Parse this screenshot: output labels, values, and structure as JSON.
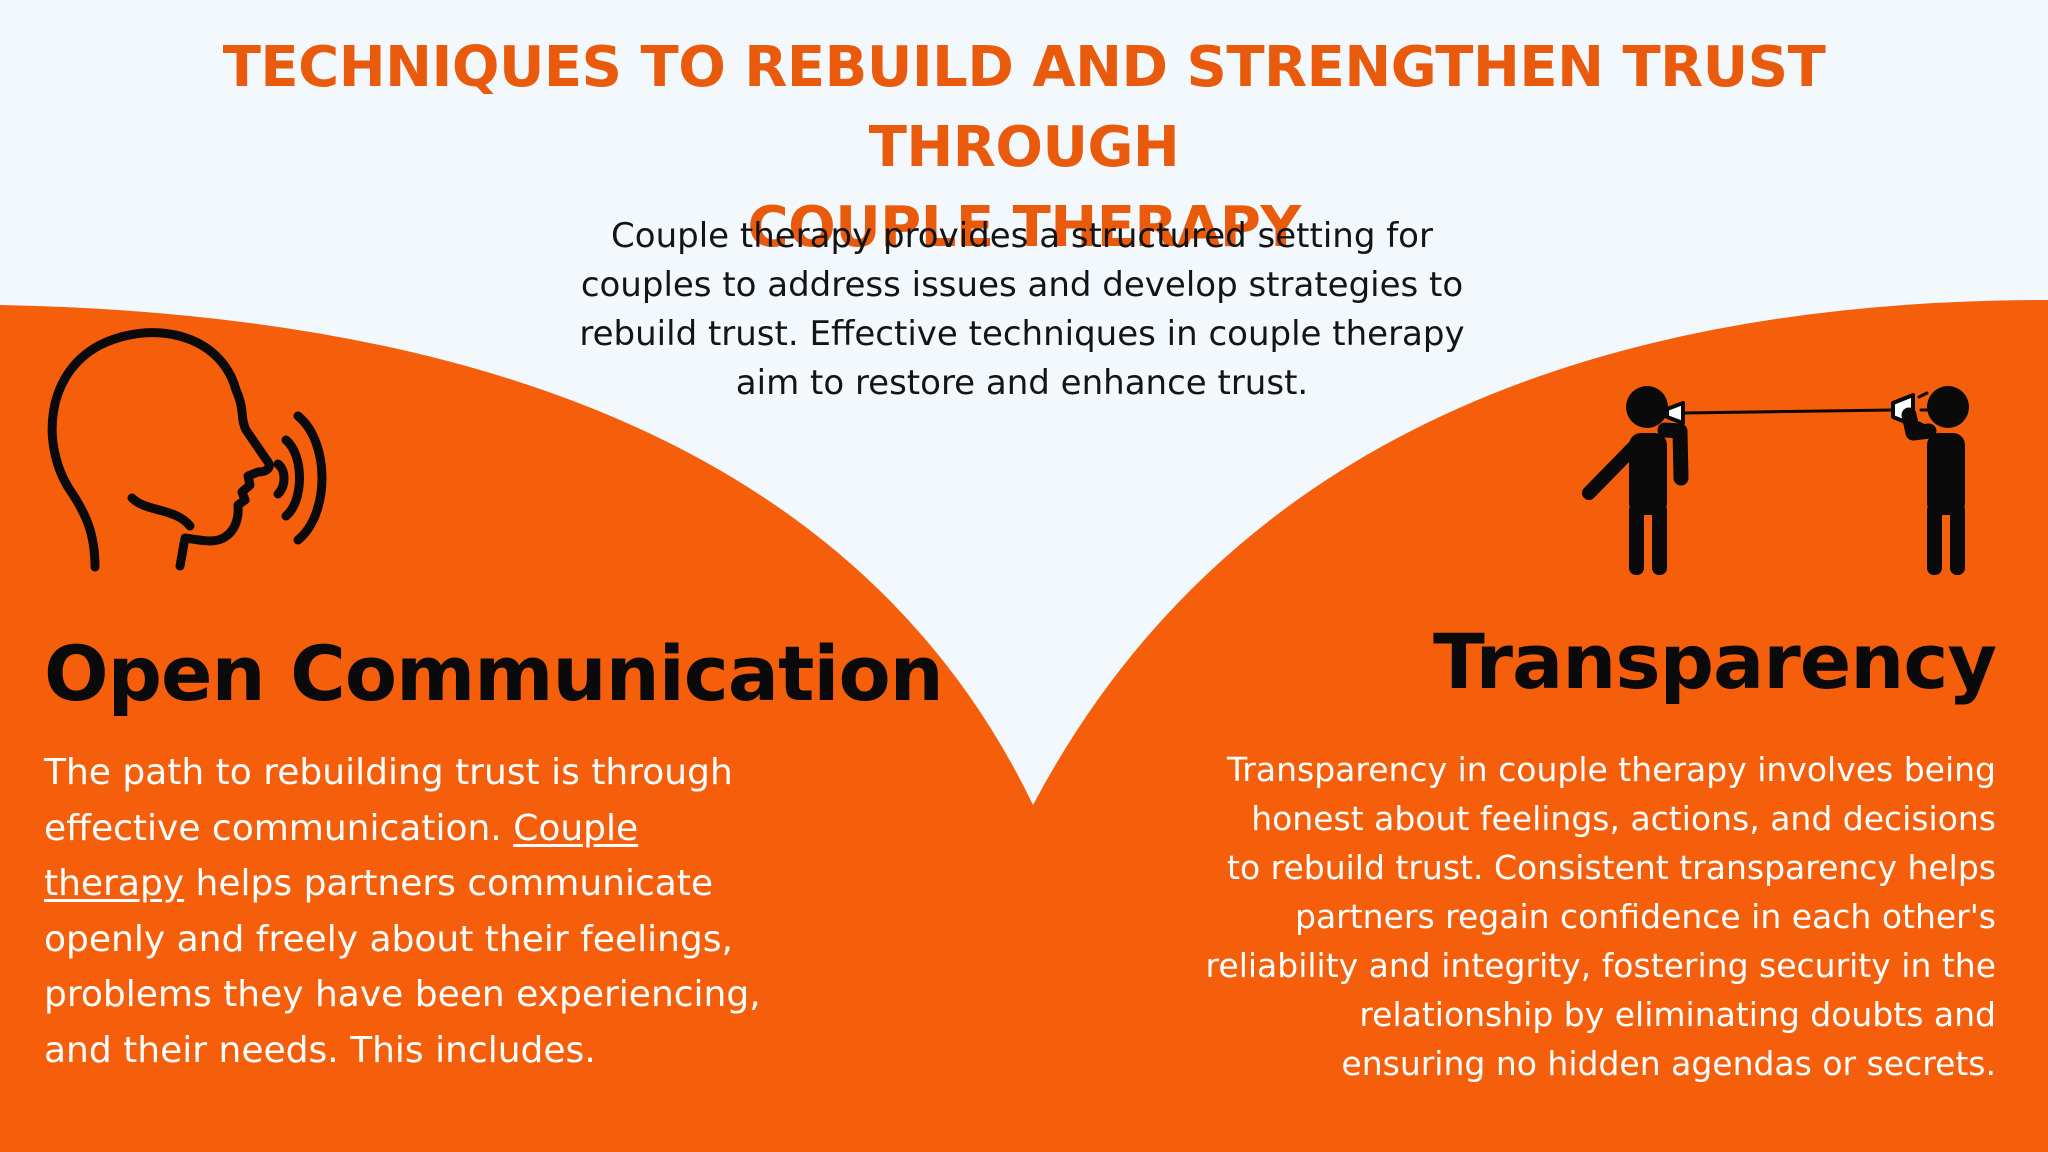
{
  "header": {
    "title_line1": "TECHNIQUES TO REBUILD AND STRENGTHEN TRUST THROUGH",
    "title_line2": "COUPLE THERAPY"
  },
  "intro": {
    "lines": [
      "Couple therapy provides a structured setting for",
      "couples to address issues and develop strategies to",
      "rebuild trust. Effective techniques in couple therapy",
      "aim to restore and enhance trust."
    ]
  },
  "open_communication": {
    "icon": "speaking-head-icon",
    "heading": "Open Communication",
    "body": {
      "line1": "The path to rebuilding trust is through",
      "line2_before_link": "effective communication. ",
      "link_text_part1": "Couple",
      "link_text_part2": "therapy",
      "line3_after_link": " helps partners communicate",
      "line4": "openly and freely about their feelings,",
      "line5": "problems they have been experiencing,",
      "line6": "and their needs. This includes."
    }
  },
  "transparency": {
    "icon": "tin-can-phone-icon",
    "heading": "Transparency",
    "body_lines": [
      "Transparency in couple therapy involves being",
      "honest about feelings, actions, and decisions",
      "to rebuild trust. Consistent transparency helps",
      "partners regain confidence in each other's",
      "reliability and integrity, fostering security in the",
      "relationship by eliminating doubts and",
      "ensuring no hidden agendas or secrets."
    ]
  },
  "colors": {
    "accent_orange": "#f55f0c",
    "title_orange": "#ea5a0c",
    "background": "#f2f8fb",
    "text_dark": "#0a0a0a",
    "text_light": "#ffffff"
  }
}
